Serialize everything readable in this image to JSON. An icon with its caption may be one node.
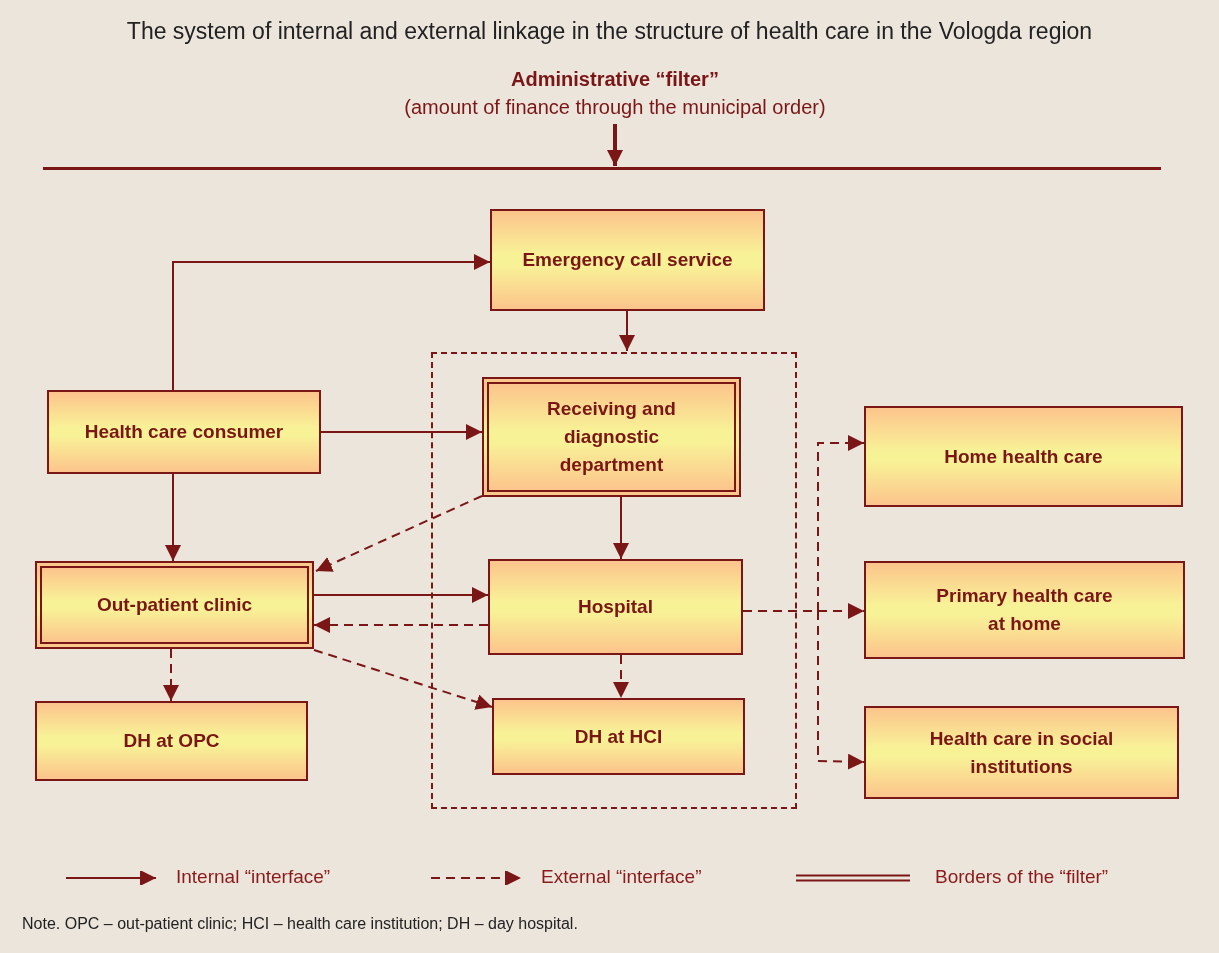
{
  "diagram": {
    "title": "The system of internal and external linkage in the structure of health care in the Vologda region",
    "caption": "Note. OPC – out-patient clinic; HCI – health care institution; DH – day hospital.",
    "nodes": [
      {
        "text": [
          "Administrative “filter”",
          "(amount of finance through the municipal order)"
        ]
      },
      {
        "text": [],
        "shape": "bar"
      },
      {
        "text": [
          "Emergency call service"
        ]
      },
      {
        "text": [
          "Health care consumer"
        ]
      },
      {
        "text": [],
        "shape": "box"
      },
      {
        "text": [
          "Receiving and diagnostic department"
        ],
        "in": 4
      },
      {
        "text": [
          "Out-patient clinic"
        ]
      },
      {
        "text": [
          "Hospital"
        ],
        "in": 4
      },
      {
        "text": [
          "Home health care"
        ]
      },
      {
        "text": [
          "Primary health care at home"
        ]
      },
      {
        "text": [
          "DH at OPC"
        ]
      },
      {
        "text": [
          "DH at HCI"
        ],
        "in": 4
      },
      {
        "text": [
          "Health care in social institutions"
        ]
      }
    ],
    "edges": [
      {
        "from": 0,
        "to": 1,
        "arrow": "to",
        "style": "thick"
      },
      {
        "from": 3,
        "to": 2,
        "arrow": "to"
      },
      {
        "from": 2,
        "to": 4,
        "arrow": "to"
      },
      {
        "from": 3,
        "to": 5,
        "arrow": "to"
      },
      {
        "from": 3,
        "to": 6,
        "arrow": "to"
      },
      {
        "from": 5,
        "to": 6,
        "arrow": "to",
        "style": "dashed"
      },
      {
        "from": 6,
        "to": 7,
        "arrow": "to"
      },
      {
        "from": 7,
        "to": 6,
        "arrow": "to",
        "style": "dashed"
      },
      {
        "from": 5,
        "to": 7,
        "arrow": "to"
      },
      {
        "from": 6,
        "to": 10,
        "arrow": "to",
        "style": "dashed"
      },
      {
        "from": 6,
        "to": 11,
        "arrow": "to",
        "style": "dashed"
      },
      {
        "from": 7,
        "to": 11,
        "arrow": "to",
        "style": "dashed"
      },
      {
        "from": 7,
        "to": 8,
        "arrow": "to",
        "style": "dashed"
      },
      {
        "from": 7,
        "to": 9,
        "arrow": "to",
        "style": "dashed"
      },
      {
        "from": 7,
        "to": 12,
        "arrow": "to",
        "style": "dashed"
      }
    ],
    "legend": [
      {
        "text": "Internal “interface”"
      },
      {
        "text": "External “interface”"
      },
      {
        "text": "Borders of the “filter”"
      }
    ]
  }
}
